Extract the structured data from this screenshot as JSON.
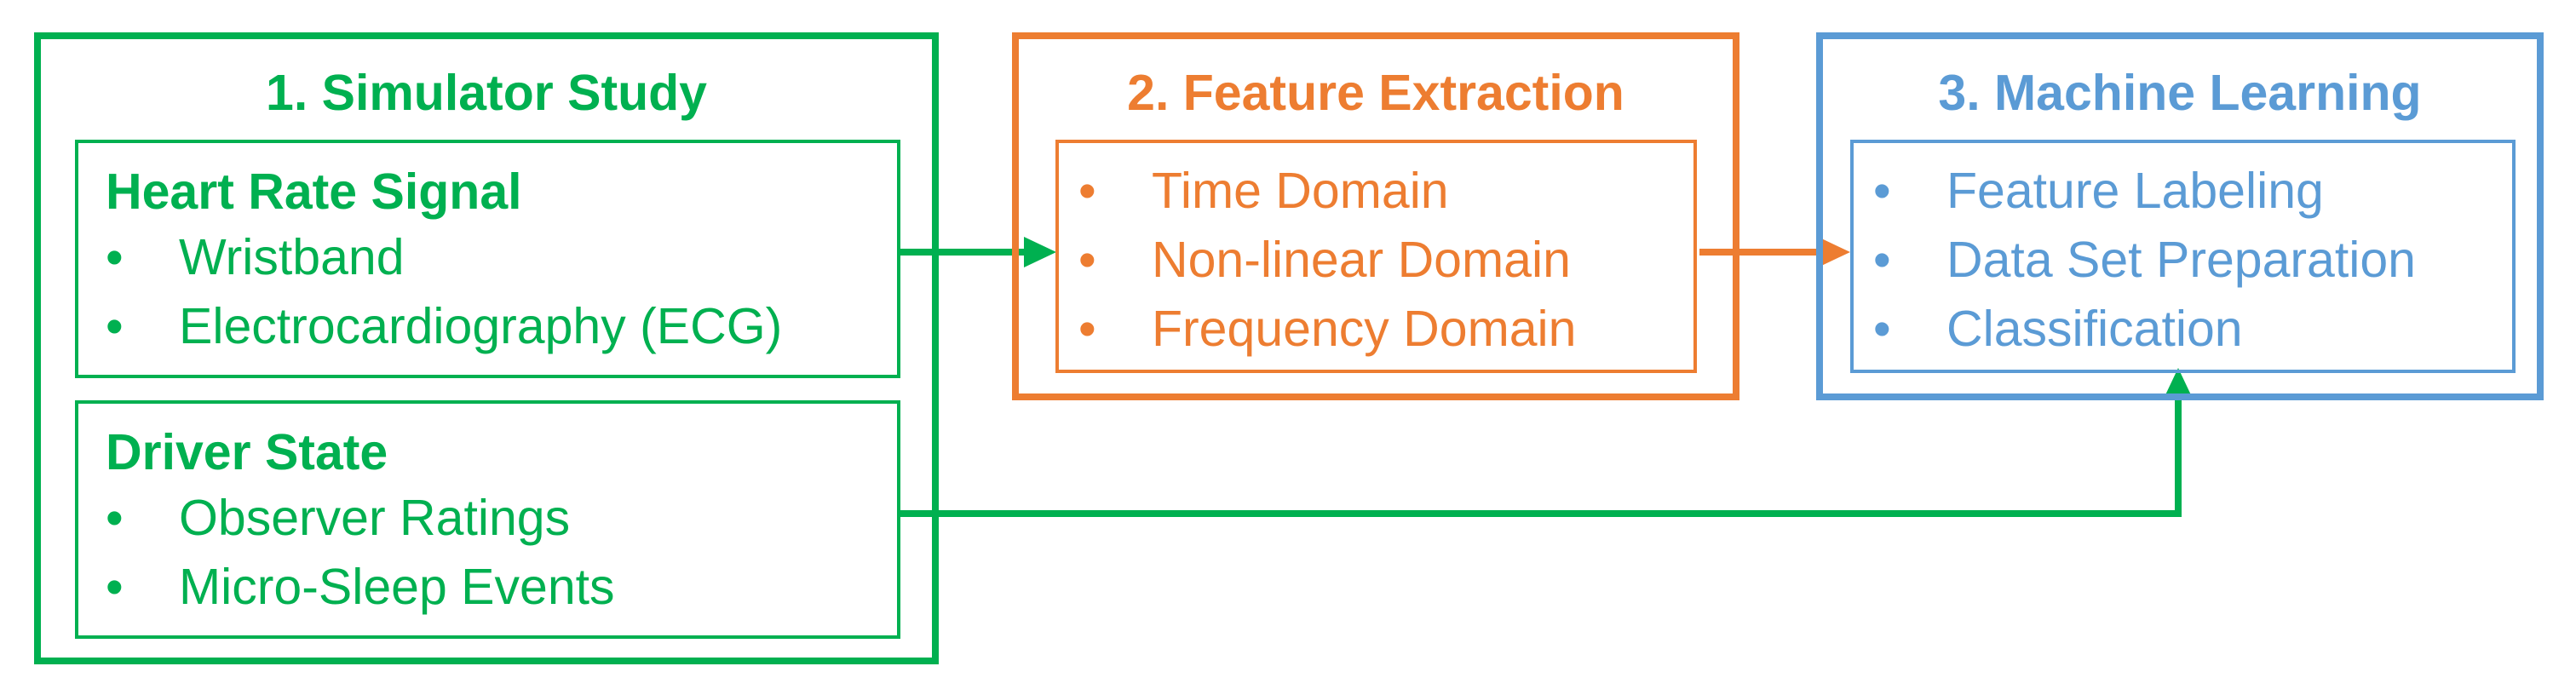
{
  "colors": {
    "green": "#00b050",
    "orange": "#ed7d31",
    "blue": "#5b9bd5"
  },
  "bullet_glyph": "•",
  "simulator_study": {
    "title": "1. Simulator Study",
    "heart_rate": {
      "title": "Heart Rate Signal",
      "items": [
        "Wristband",
        "Electrocardiography (ECG)"
      ]
    },
    "driver_state": {
      "title": "Driver State",
      "items": [
        "Observer Ratings",
        "Micro-Sleep Events"
      ]
    }
  },
  "feature_extraction": {
    "title": "2. Feature Extraction",
    "items": [
      "Time Domain",
      "Non-linear Domain",
      "Frequency Domain"
    ]
  },
  "machine_learning": {
    "title": "3. Machine Learning",
    "items": [
      "Feature Labeling",
      "Data Set Preparation",
      "Classification"
    ]
  }
}
